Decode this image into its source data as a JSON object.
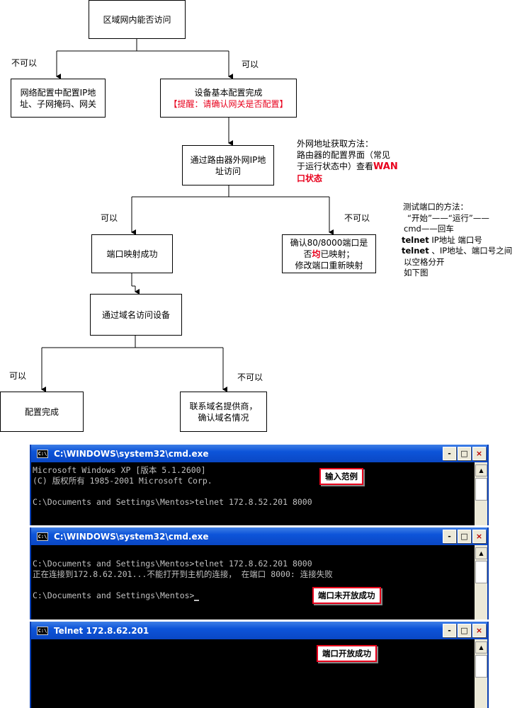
{
  "flow": {
    "box_lan": "区域网内能否访问",
    "box_netcfg": "网络配置中配置IP地址、子网掩码、网关",
    "box_basic_done": "设备基本配置完成",
    "box_basic_reminder": "【提醒：请确认网关是否配置】",
    "box_via_ip": "通过路由器外网IP地址访问",
    "box_port_ok": "端口映射成功",
    "box_port_check_1": "确认80/8000端口是",
    "box_port_check_2a": "否",
    "box_port_check_2b": "均",
    "box_port_check_2c": "已映射；",
    "box_port_check_3": "修改端口重新映射",
    "box_domain": "通过域名访问设备",
    "box_config_done": "配置完成",
    "box_contact": "联系域名提供商，确认域名情况",
    "label_no_1": "不可以",
    "label_yes_1": "可以",
    "label_yes_2": "可以",
    "label_no_2": "不可以",
    "label_yes_3": "可以",
    "label_no_3": "不可以"
  },
  "notes": {
    "wan_1": "外网地址获取方法：",
    "wan_2": "路由器的配置界面（常见",
    "wan_3": "于运行状态中）查看",
    "wan_4": "WAN",
    "wan_5": "口状态",
    "test_1": "测试端口的方法：",
    "test_2": "“开始”——“运行”——",
    "test_3": "cmd——回车",
    "test_4a": "telnet",
    "test_4b": " IP地址 端口号",
    "test_5a": "telnet",
    "test_5b": " 、IP地址、端口号之间",
    "test_6": "以空格分开",
    "test_7": "如下图"
  },
  "windows": [
    {
      "title": "C:\\WINDOWS\\system32\\cmd.exe",
      "lines": [
        "Microsoft Windows XP [版本 5.1.2600]",
        "(C) 版权所有 1985-2001 Microsoft Corp.",
        "",
        "C:\\Documents and Settings\\Mentos>telnet 172.8.52.201 8000"
      ],
      "tag": "输入范例"
    },
    {
      "title": "C:\\WINDOWS\\system32\\cmd.exe",
      "lines": [
        "C:\\Documents and Settings\\Mentos>telnet 172.8.62.201 8000",
        "正在连接到172.8.62.201...不能打开到主机的连接， 在端口 8000: 连接失败",
        "",
        "C:\\Documents and Settings\\Mentos>"
      ],
      "tag": "端口未开放成功"
    },
    {
      "title": "Telnet 172.8.62.201",
      "lines": [],
      "tag": "端口开放成功"
    }
  ],
  "window_buttons": {
    "minimize": "-",
    "maximize": "□",
    "close": "×"
  },
  "icons": {
    "app": "cmd-icon",
    "scroll_up": "scroll-up-icon"
  },
  "colors": {
    "highlight": "#e8001c",
    "titlebar": "#0d54d9",
    "console_bg": "#000000"
  }
}
